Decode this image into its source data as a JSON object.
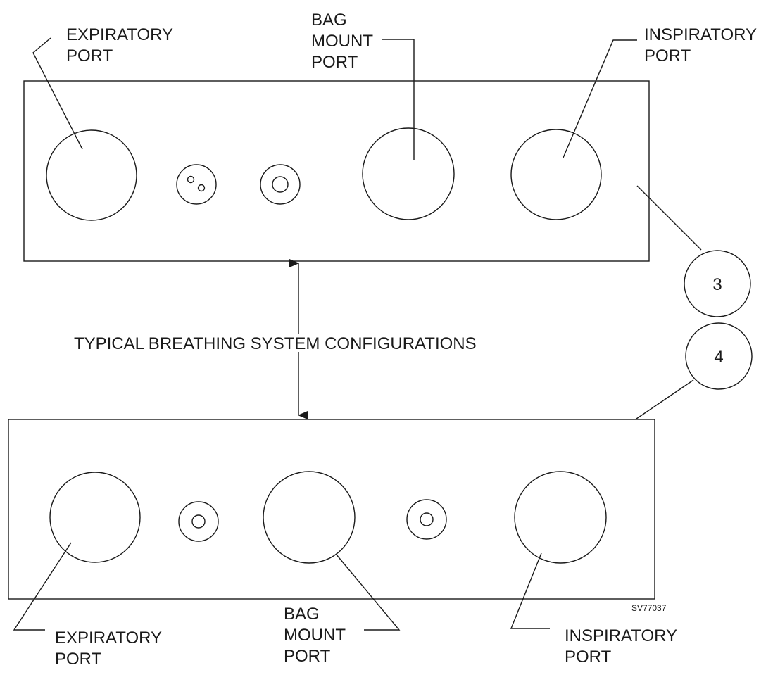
{
  "panel_top": {
    "expiratory_label": [
      "EXPIRATORY",
      "PORT"
    ],
    "bag_mount_label": [
      "BAG",
      "MOUNT",
      "PORT"
    ],
    "inspiratory_label": [
      "INSPIRATORY",
      "PORT"
    ],
    "callout": "3"
  },
  "panel_bottom": {
    "expiratory_label": [
      "EXPIRATORY",
      "PORT"
    ],
    "bag_mount_label": [
      "BAG",
      "MOUNT",
      "PORT"
    ],
    "inspiratory_label": [
      "INSPIRATORY",
      "PORT"
    ],
    "callout": "4"
  },
  "center_caption": "TYPICAL BREATHING SYSTEM CONFIGURATIONS",
  "figure_id": "SV77037"
}
